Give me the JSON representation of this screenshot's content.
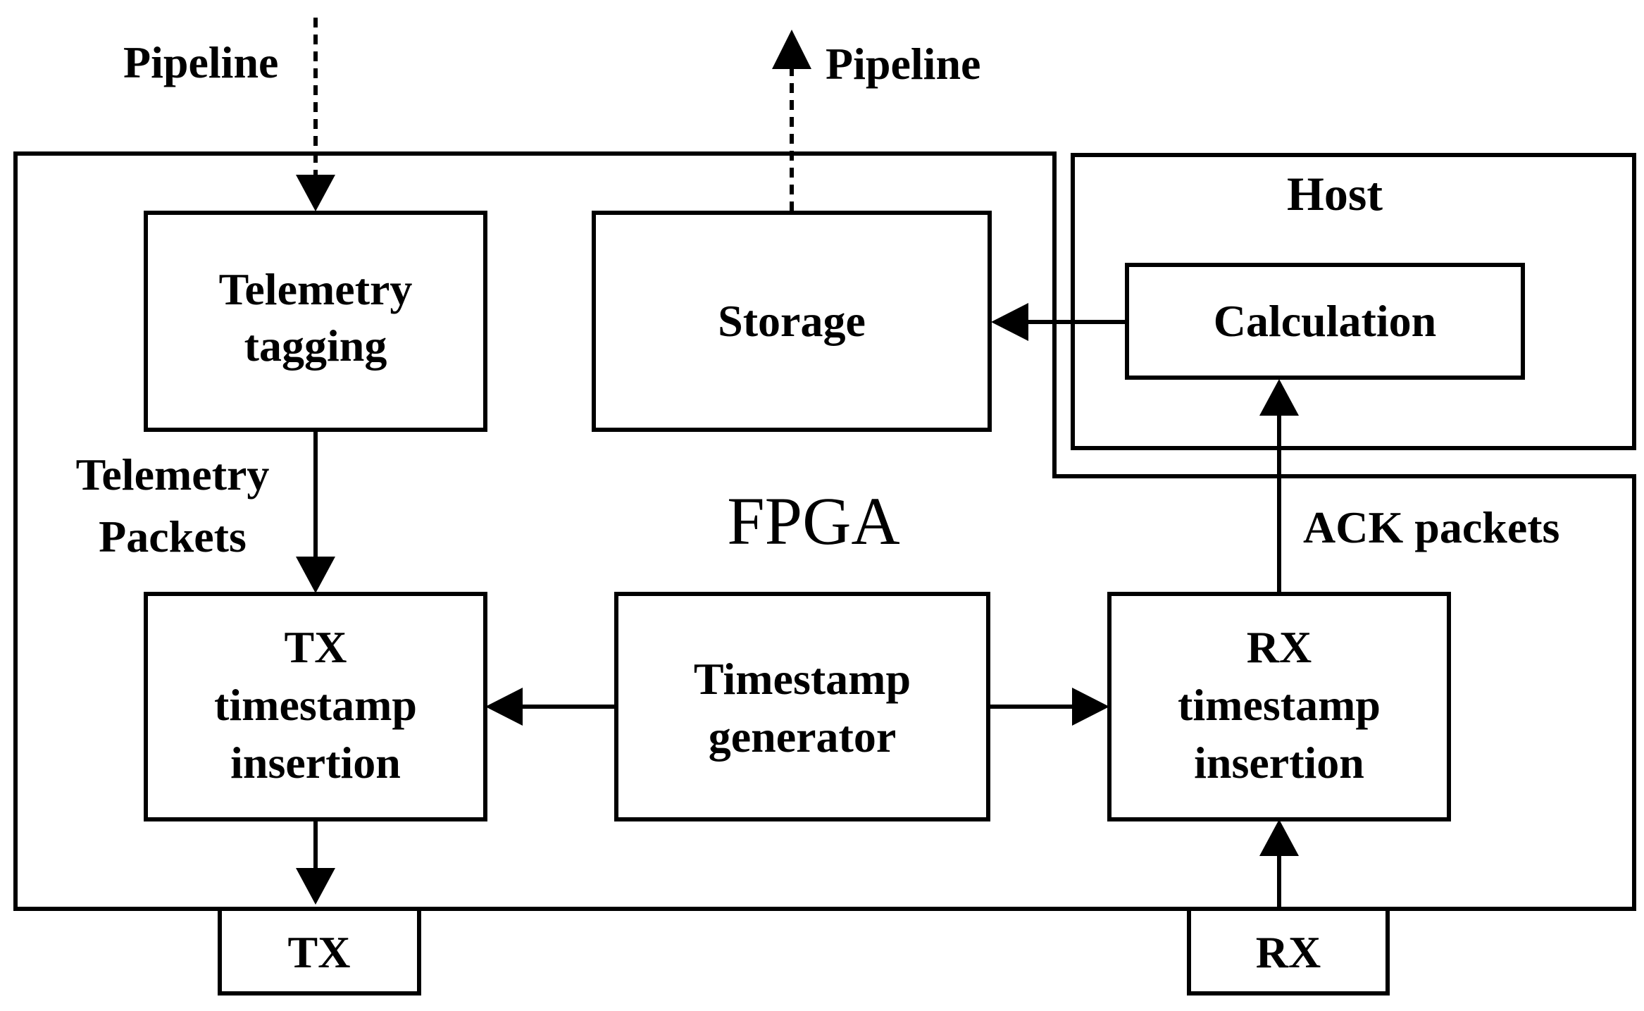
{
  "labels": {
    "pipeline_in": "Pipeline",
    "pipeline_out": "Pipeline",
    "host": "Host",
    "fpga": "FPGA",
    "telemetry_packets_line1": "Telemetry",
    "telemetry_packets_line2": "Packets",
    "ack_packets": "ACK packets"
  },
  "blocks": {
    "telemetry_tagging": {
      "line1": "Telemetry",
      "line2": "tagging"
    },
    "storage": {
      "line1": "Storage"
    },
    "calculation": {
      "line1": "Calculation"
    },
    "tx_insertion": {
      "line1": "TX",
      "line2": "timestamp",
      "line3": "insertion"
    },
    "timestamp_generator": {
      "line1": "Timestamp",
      "line2": "generator"
    },
    "rx_insertion": {
      "line1": "RX",
      "line2": "timestamp",
      "line3": "insertion"
    },
    "tx_port": {
      "line1": "TX"
    },
    "rx_port": {
      "line1": "RX"
    }
  }
}
